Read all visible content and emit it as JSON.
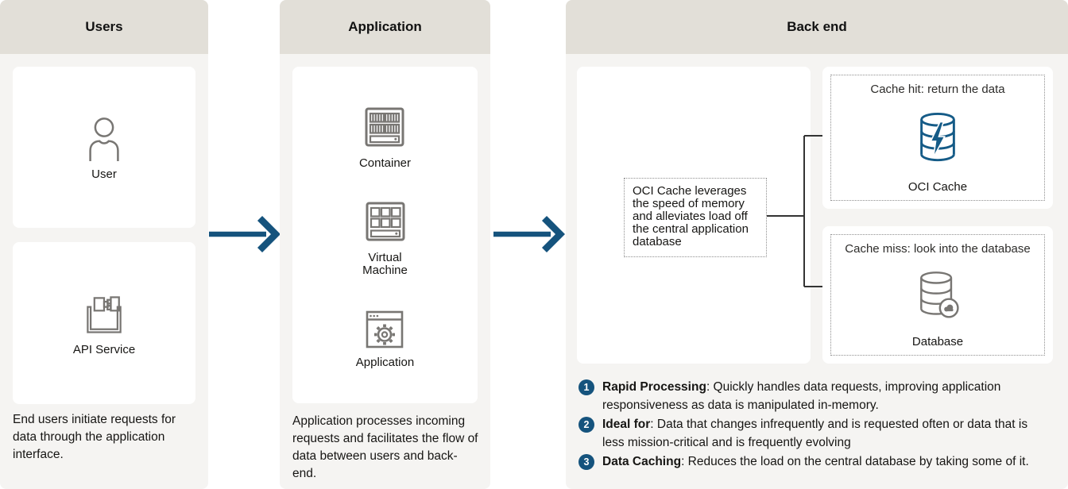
{
  "diagram": {
    "users": {
      "title": "Users",
      "user_label": "User",
      "api_label": "API Service",
      "description": "End users initiate requests for data through the application interface."
    },
    "application": {
      "title": "Application",
      "container_label": "Container",
      "vm_label": "Virtual Machine",
      "app_label": "Application",
      "description": "Application processes incoming requests and facilitates the flow of data between users and back-end."
    },
    "backend": {
      "title": "Back end",
      "cache_note": "OCI Cache leverages the speed of memory and alleviates load off the central application database",
      "cache_hit_title": "Cache hit: return the data",
      "cache_hit_label": "OCI Cache",
      "cache_miss_title": "Cache miss: look into the database",
      "cache_miss_label": "Database",
      "notes": [
        {
          "num": "1",
          "label": "Rapid Processing",
          "text": ": Quickly handles data requests, improving application responsiveness as data is manipulated in-memory."
        },
        {
          "num": "2",
          "label": "Ideal for",
          "text": ": Data that changes infrequently and is requested often or data that is less mission-critical and is frequently evolving"
        },
        {
          "num": "3",
          "label": "Data Caching",
          "text": ": Reduces the load on the central database by taking some of it."
        }
      ]
    },
    "colors": {
      "accent_blue": "#15537D",
      "header_beige": "#E2DFD8",
      "panel_gray": "#F5F4F2",
      "icon_gray": "#787673",
      "cache_blue": "#155B87"
    }
  }
}
